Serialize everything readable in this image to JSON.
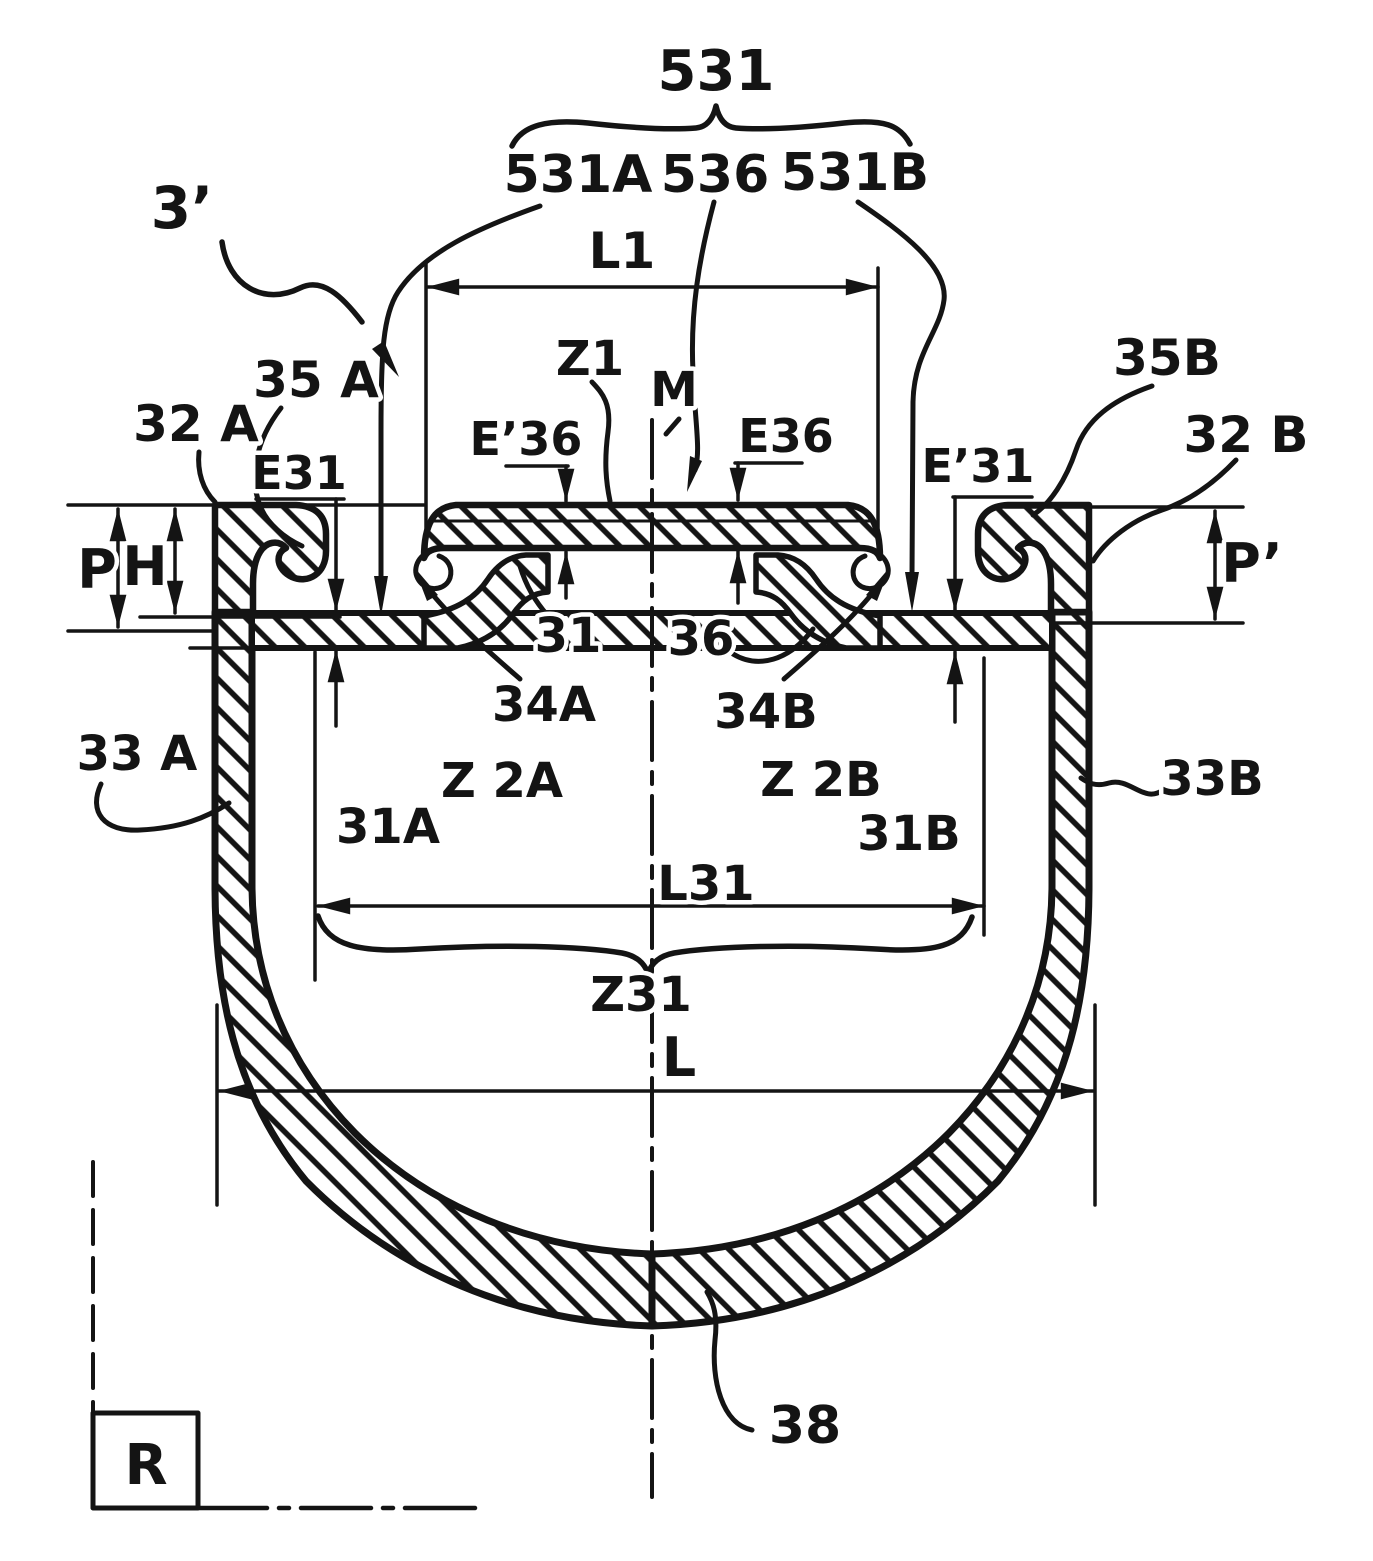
{
  "figure": {
    "domain": "patent-cross-section-diagram",
    "description": "Cross-section of a rim profile (figure reference 3') with bridge 531 and annular base 38",
    "ink_color": "#141414",
    "paper_color": "#ffffff"
  },
  "labels": {
    "fig_ref": "3’",
    "group_531": "531",
    "end_531a": "531A",
    "bridge_536": "536",
    "end_531b": "531B",
    "dim_l1": "L1",
    "zone_z1": "Z1",
    "axis_m": "M",
    "e_prime_36": "E’36",
    "e_36": "E36",
    "e_31": "E31",
    "e_prime_31": "E’31",
    "hook_35a": "35 A",
    "hook_35b": "35B",
    "corner_32a": "32 A",
    "corner_32b": "32 B",
    "dim_p": "P",
    "dim_h": "H",
    "dim_p_prime": "P’",
    "seat_31": "31",
    "bridge_36": "36",
    "fillet_34a": "34A",
    "fillet_34b": "34B",
    "zone_z2a": "Z 2A",
    "zone_z2b": "Z 2B",
    "end_31a": "31A",
    "end_31b": "31B",
    "wall_33a": "33 A",
    "wall_33b": "33B",
    "dim_l31": "L31",
    "zone_z31": "Z31",
    "dim_l": "L",
    "base_38": "38",
    "ref_r": "R"
  }
}
